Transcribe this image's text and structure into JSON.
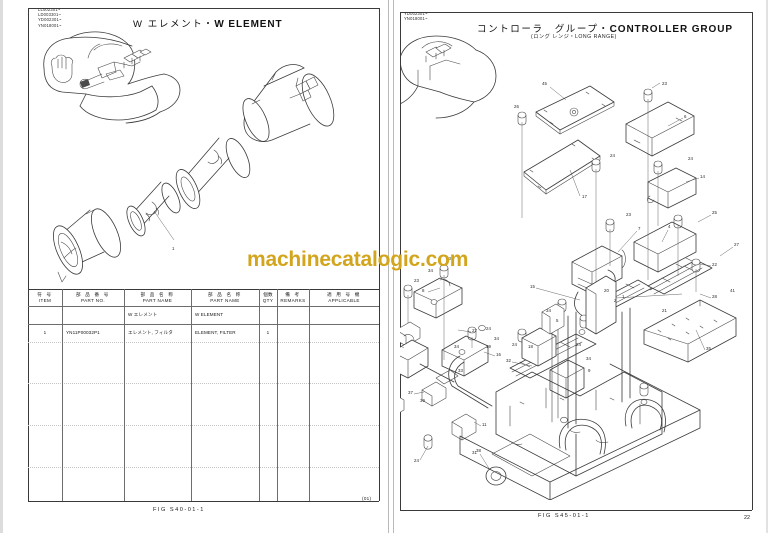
{
  "document": {
    "type": "parts-catalog-spread",
    "page_number": "22",
    "watermark": "machinecatalogic.com",
    "watermark_color": "#d2a51d"
  },
  "left_page": {
    "serials": "LL002301~\nLD003301~\nYD002301~\nYN018001~",
    "title_jp": "W エレメント・",
    "title_en": "W ELEMENT",
    "fig_no": "FIG S40-01-1",
    "revision": "(01)",
    "callouts": [
      "1"
    ],
    "table": {
      "headers": [
        {
          "jp": "符 号",
          "en": "ITEM"
        },
        {
          "jp": "部 品 番 号",
          "en": "PART NO."
        },
        {
          "jp": "部 品 名 称",
          "en": "PART NAME"
        },
        {
          "jp": "部 品 名 称",
          "en": "PART NAME"
        },
        {
          "jp": "個数",
          "en": "QTY"
        },
        {
          "jp": "備 考",
          "en": "REMARKS"
        },
        {
          "jp": "適 用 号 機",
          "en": "APPLICABLE"
        }
      ],
      "group_row": {
        "item": "",
        "part_no": "",
        "part_name_jp": "W エレメント",
        "part_name_en": "W ELEMENT",
        "qty": "",
        "remarks": "",
        "applicable": ""
      },
      "rows": [
        {
          "item": "1",
          "part_no": "YN11P00032P1",
          "part_name_jp": "エレメント, フィルタ",
          "part_name_en": "ELEMENT, FILTER",
          "qty": "1",
          "remarks": "",
          "applicable": ""
        }
      ]
    }
  },
  "right_page": {
    "serials": "YD002301~\nYN018001~",
    "title_jp": "コントローラ　グループ・",
    "title_en": "CONTROLLER GROUP",
    "subtitle": "(ロング レンジ・LONG RANGE)",
    "fig_no": "FIG S45-01-1",
    "page_number": "22",
    "callouts": [
      "45",
      "26",
      "23",
      "6",
      "24",
      "14",
      "24",
      "17",
      "23",
      "7",
      "25",
      "4",
      "27",
      "23",
      "34",
      "8",
      "24",
      "34",
      "16",
      "18",
      "32",
      "34",
      "15",
      "20",
      "24",
      "34",
      "19",
      "24",
      "34",
      "9",
      "2",
      "21",
      "41",
      "29",
      "30",
      "27",
      "33",
      "37",
      "39",
      "40",
      "36",
      "3",
      "11",
      "24",
      "31",
      "38",
      "35",
      "22",
      "28",
      "1",
      "12",
      "5",
      "10"
    ]
  }
}
